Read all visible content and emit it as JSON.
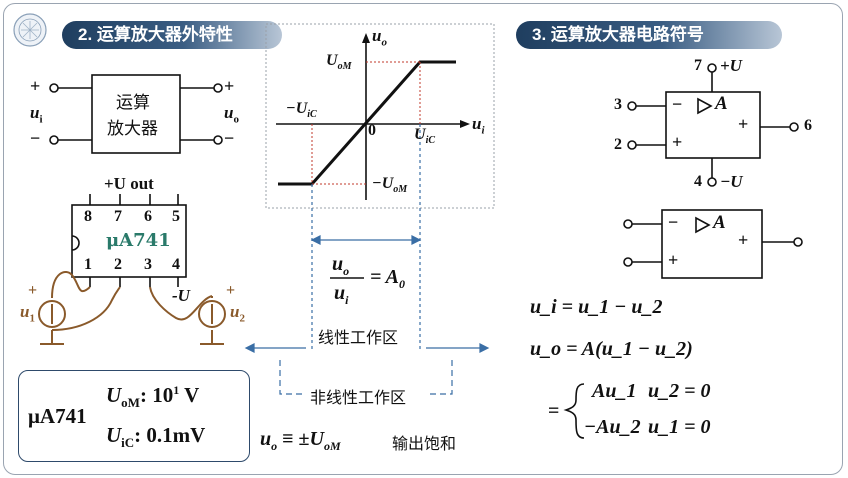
{
  "sections": {
    "left_title": "2. 运算放大器外特性",
    "right_title": "3. 运算放大器电路符号"
  },
  "block": {
    "line1": "运算",
    "line2": "放大器",
    "in_plus": "+",
    "in_minus": "−",
    "out_plus": "+",
    "out_minus": "−",
    "in_label": "u",
    "in_sub": "i",
    "out_label": "u",
    "out_sub": "o"
  },
  "chip": {
    "name": "μA741",
    "top_label": "+U out",
    "top_pins": [
      "8",
      "7",
      "6",
      "5"
    ],
    "bottom_pins": [
      "1",
      "2",
      "3",
      "4"
    ],
    "neg_supply": "-U",
    "src1_label": "u",
    "src1_sub": "1",
    "src2_label": "u",
    "src2_sub": "2",
    "plus": "+"
  },
  "specs": {
    "model": "μA741",
    "uom_label": "U",
    "uom_sub": "oM",
    "uom_value": ": 10",
    "uom_exp": "1",
    "uom_unit": " V",
    "uic_label": "U",
    "uic_sub": "iC",
    "uic_value": ": 0.1mV"
  },
  "graph": {
    "y_axis": "u",
    "y_sub": "o",
    "x_axis": "u",
    "x_sub": "i",
    "origin": "0",
    "uom": "U",
    "uom_sub": "oM",
    "neg_uom": "−U",
    "neg_uom_sub": "oM",
    "uic": "U",
    "uic_sub": "iC",
    "neg_uic": "−U",
    "neg_uic_sub": "iC"
  },
  "regions": {
    "ratio_num": "u",
    "ratio_num_sub": "o",
    "ratio_den": "u",
    "ratio_den_sub": "i",
    "ratio_eq": "= A",
    "ratio_eq_sub": "0",
    "linear": "线性工作区",
    "nonlinear": "非线性工作区",
    "sat_formula": "u",
    "sat_sub": "o",
    "sat_rest": " ≡ ±U",
    "sat_rest_sub": "oM",
    "saturation": "输出饱和"
  },
  "symbol1": {
    "pin7": "7",
    "pin7_label": "+U",
    "pin3": "3",
    "pin2": "2",
    "pin6": "6",
    "pin4": "4",
    "pin4_label": "−U",
    "minus": "−",
    "plus_in": "+",
    "gain": "A",
    "plus_out": "+"
  },
  "symbol2": {
    "minus": "−",
    "plus_in": "+",
    "gain": "A",
    "plus_out": "+"
  },
  "equations": {
    "eq1": "u_i = u_1 − u_2",
    "eq2": "u_o = A(u_1 − u_2)",
    "case1": "Au_1",
    "case1_cond": "u_2 = 0",
    "case2": "−Au_2",
    "case2_cond": "u_1 = 0"
  }
}
